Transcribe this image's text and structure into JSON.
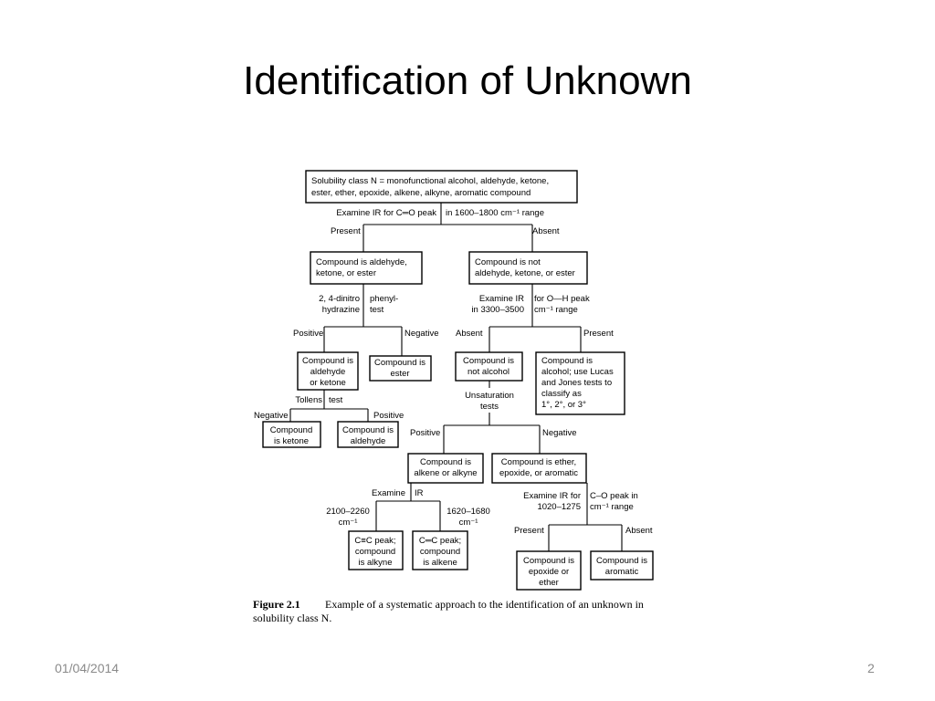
{
  "slide": {
    "title": "Identification of Unknown",
    "date": "01/04/2014",
    "page": "2"
  },
  "flowchart": {
    "root": [
      "Solubility class N = monofunctional alcohol, aldehyde, ketone,",
      "ester, ether, epoxide, alkene, alkyne, aromatic compound"
    ],
    "ir_carbonyl": {
      "left": "Examine IR for C═O peak",
      "right": "in 1600–1800 cm⁻¹ range",
      "present": "Present",
      "absent": "Absent"
    },
    "carbonyl_present": [
      "Compound is aldehyde,",
      "ketone, or ester"
    ],
    "carbonyl_absent": [
      "Compound is not",
      "aldehyde, ketone, or ester"
    ],
    "dnph": {
      "left": [
        "2, 4-dinitro",
        "hydrazine"
      ],
      "right": [
        "phenyl-",
        "test"
      ],
      "positive": "Positive",
      "negative": "Negative"
    },
    "ir_oh": {
      "left": [
        "Examine IR",
        "in 3300–3500"
      ],
      "right": [
        "for O—H peak",
        "cm⁻¹ range"
      ],
      "absent": "Absent",
      "present": "Present"
    },
    "aldehyde_or_ketone": [
      "Compound is",
      "aldehyde",
      "or ketone"
    ],
    "ester": [
      "Compound is",
      "ester"
    ],
    "not_alcohol": [
      "Compound is",
      "not alcohol"
    ],
    "alcohol": [
      "Compound is",
      "alcohol; use Lucas",
      "and Jones tests to",
      "classify as",
      "1°, 2°, or 3°"
    ],
    "tollens": {
      "left": "Tollens",
      "right": "test",
      "negative": "Negative",
      "positive": "Positive"
    },
    "ketone": [
      "Compound",
      "is ketone"
    ],
    "aldehyde": [
      "Compound is",
      "aldehyde"
    ],
    "unsaturation": {
      "label": [
        "Unsaturation",
        "tests"
      ],
      "positive": "Positive",
      "negative": "Negative"
    },
    "alkene_alkyne": [
      "Compound is",
      "alkene or alkyne"
    ],
    "ether_group": [
      "Compound is ether,",
      "epoxide, or aromatic"
    ],
    "ir_cc": {
      "left": "Examine",
      "right": "IR",
      "range1": [
        "2100–2260",
        "cm⁻¹"
      ],
      "range2": [
        "1620–1680",
        "cm⁻¹"
      ]
    },
    "ir_co": {
      "left": [
        "Examine IR for",
        "1020–1275"
      ],
      "right": [
        "C–O peak in",
        "cm⁻¹ range"
      ],
      "present": "Present",
      "absent": "Absent"
    },
    "alkyne": [
      "C≡C peak;",
      "compound",
      "is alkyne"
    ],
    "alkene": [
      "C═C peak;",
      "compound",
      "is alkene"
    ],
    "epoxide_ether": [
      "Compound is",
      "epoxide or",
      "ether"
    ],
    "aromatic": [
      "Compound is",
      "aromatic"
    ]
  },
  "caption": {
    "label": "Figure 2.1",
    "line1": "Example of a systematic approach to the identification of an unknown in",
    "line2": "solubility class N."
  }
}
